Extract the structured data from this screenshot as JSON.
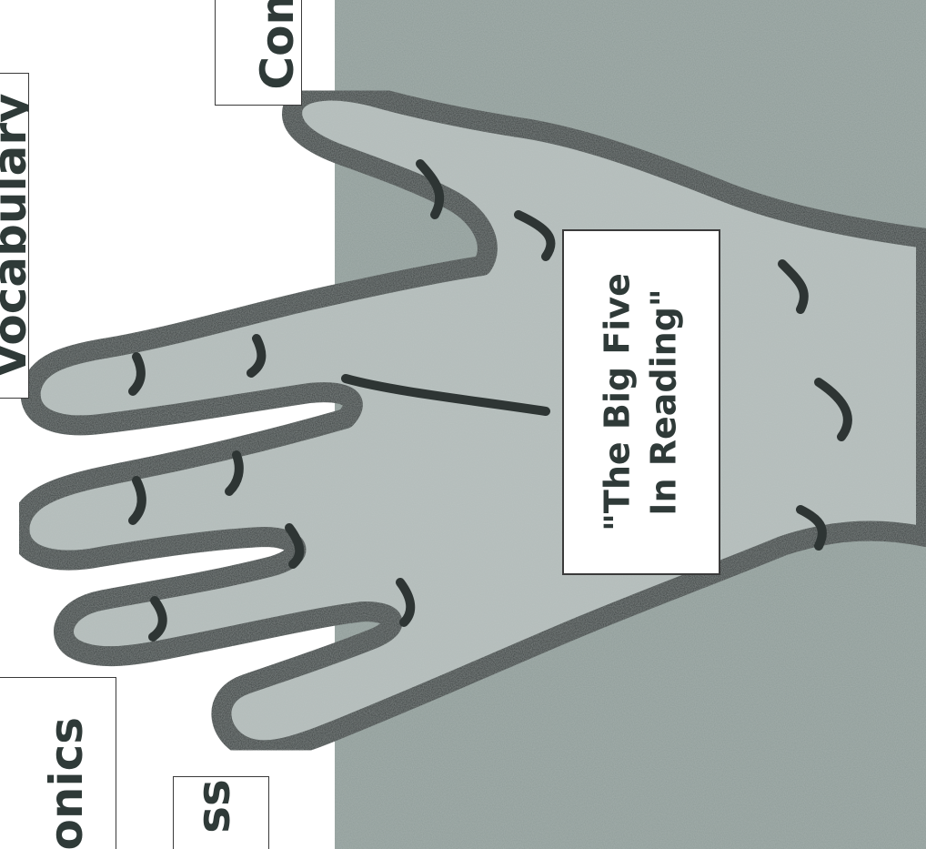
{
  "labels": {
    "vocabulary": "Vocabulary",
    "comprehension": "Com",
    "phonics": "honics",
    "fluency": "ss"
  },
  "center_card": {
    "line1": "\"The Big Five",
    "line2": "In Reading\""
  },
  "colors": {
    "background_panel": "#8f9c99",
    "hand_fill": "#b3bcba",
    "hand_outline": "#2e3534",
    "text": "#2f3a38"
  }
}
